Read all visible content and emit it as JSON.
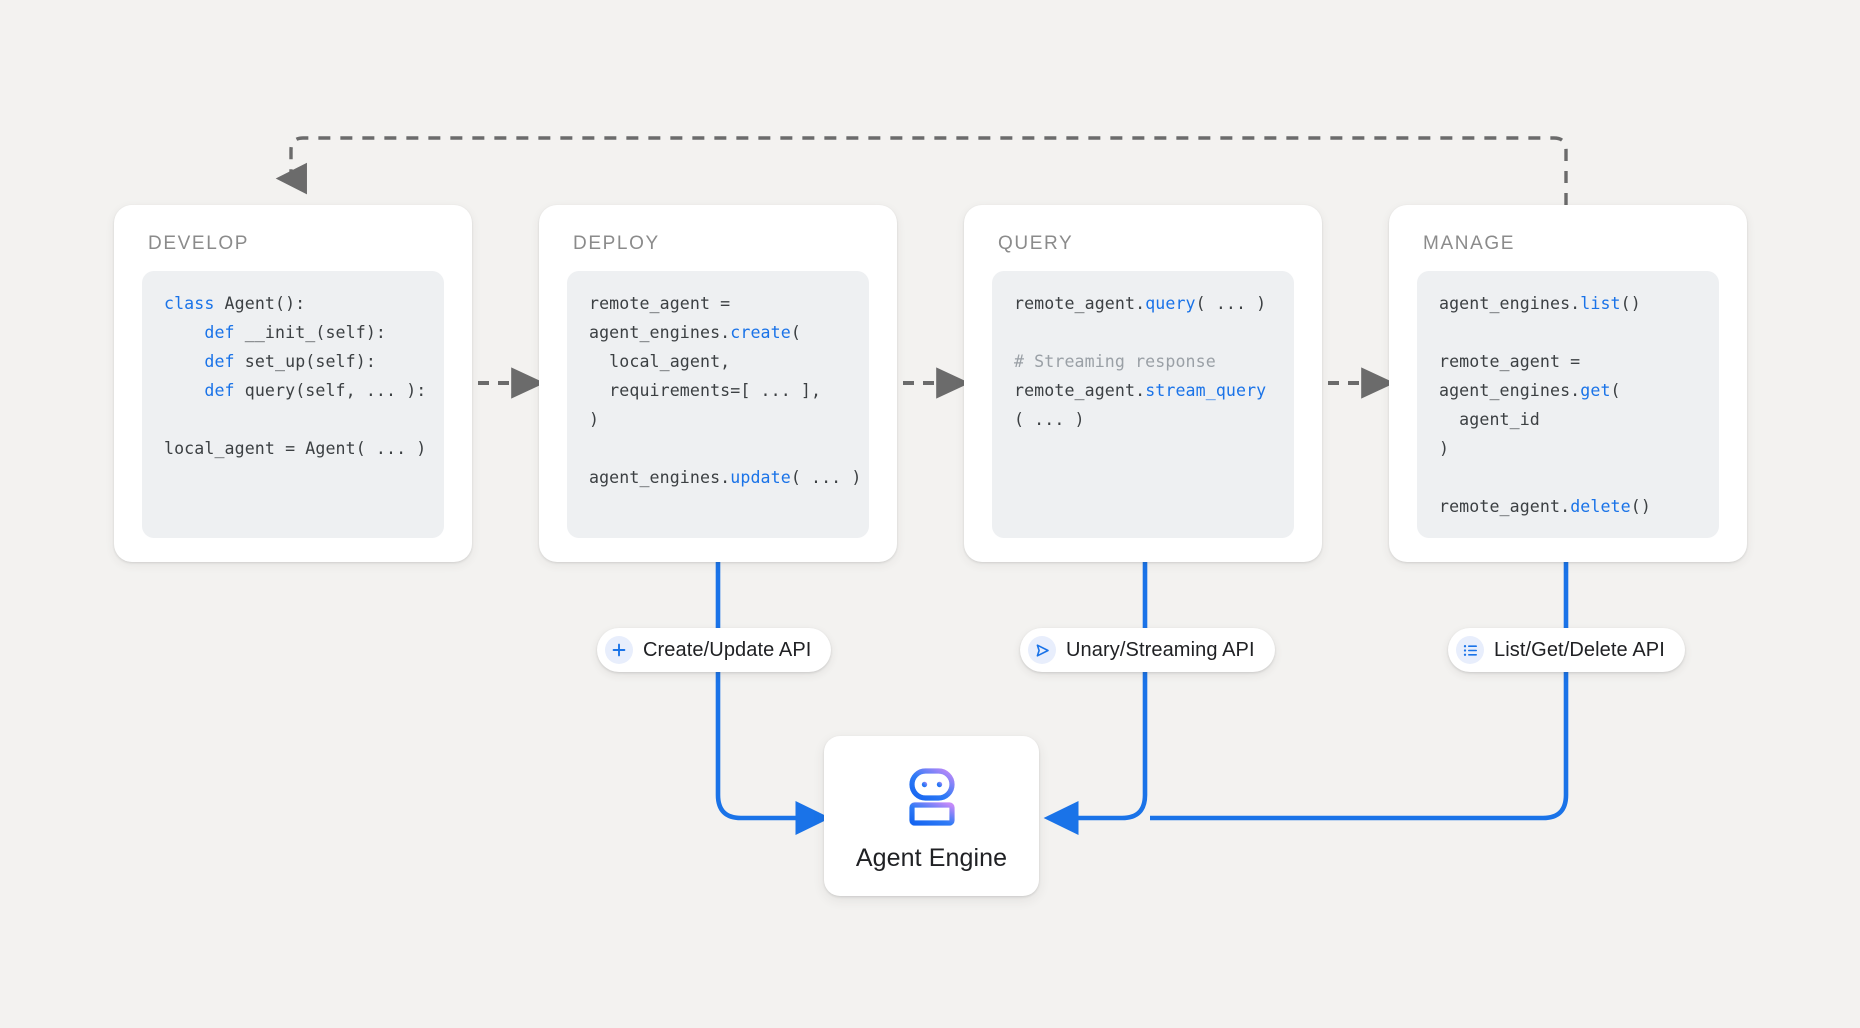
{
  "canvas": {
    "background_color": "#f3f2f0",
    "accent_color": "#1a73e8",
    "flow_arrow_color": "#6b6b6b"
  },
  "stages": [
    {
      "title": "DEVELOP",
      "code_lines": [
        [
          {
            "t": "class ",
            "c": "kw"
          },
          {
            "t": "Agent():",
            "c": ""
          }
        ],
        [
          {
            "t": "    ",
            "c": ""
          },
          {
            "t": "def ",
            "c": "kw"
          },
          {
            "t": "__init_(self):",
            "c": ""
          }
        ],
        [
          {
            "t": "    ",
            "c": ""
          },
          {
            "t": "def ",
            "c": "kw"
          },
          {
            "t": "set_up(self):",
            "c": ""
          }
        ],
        [
          {
            "t": "    ",
            "c": ""
          },
          {
            "t": "def ",
            "c": "kw"
          },
          {
            "t": "query(self, ... ):",
            "c": ""
          }
        ],
        [
          {
            "t": "",
            "c": ""
          }
        ],
        [
          {
            "t": "local_agent = Agent( ... )",
            "c": ""
          }
        ]
      ]
    },
    {
      "title": "DEPLOY",
      "code_lines": [
        [
          {
            "t": "remote_agent =",
            "c": ""
          }
        ],
        [
          {
            "t": "agent_engines.",
            "c": ""
          },
          {
            "t": "create",
            "c": "fn"
          },
          {
            "t": "(",
            "c": ""
          }
        ],
        [
          {
            "t": "  local_agent,",
            "c": ""
          }
        ],
        [
          {
            "t": "  requirements=[ ... ],",
            "c": ""
          }
        ],
        [
          {
            "t": ")",
            "c": ""
          }
        ],
        [
          {
            "t": "",
            "c": ""
          }
        ],
        [
          {
            "t": "agent_engines.",
            "c": ""
          },
          {
            "t": "update",
            "c": "fn"
          },
          {
            "t": "( ... )",
            "c": ""
          }
        ]
      ]
    },
    {
      "title": "QUERY",
      "code_lines": [
        [
          {
            "t": "remote_agent.",
            "c": ""
          },
          {
            "t": "query",
            "c": "fn"
          },
          {
            "t": "( ... )",
            "c": ""
          }
        ],
        [
          {
            "t": "",
            "c": ""
          }
        ],
        [
          {
            "t": "# Streaming response",
            "c": "cm"
          }
        ],
        [
          {
            "t": "remote_agent.",
            "c": ""
          },
          {
            "t": "stream_query",
            "c": "fn"
          }
        ],
        [
          {
            "t": "( ... )",
            "c": ""
          }
        ]
      ]
    },
    {
      "title": "MANAGE",
      "code_lines": [
        [
          {
            "t": "agent_engines.",
            "c": ""
          },
          {
            "t": "list",
            "c": "fn"
          },
          {
            "t": "()",
            "c": ""
          }
        ],
        [
          {
            "t": "",
            "c": ""
          }
        ],
        [
          {
            "t": "remote_agent =",
            "c": ""
          }
        ],
        [
          {
            "t": "agent_engines.",
            "c": ""
          },
          {
            "t": "get",
            "c": "fn"
          },
          {
            "t": "(",
            "c": ""
          }
        ],
        [
          {
            "t": "  agent_id",
            "c": ""
          }
        ],
        [
          {
            "t": ")",
            "c": ""
          }
        ],
        [
          {
            "t": "",
            "c": ""
          }
        ],
        [
          {
            "t": "remote_agent.",
            "c": ""
          },
          {
            "t": "delete",
            "c": "fn"
          },
          {
            "t": "()",
            "c": ""
          }
        ]
      ]
    }
  ],
  "api_pills": [
    {
      "label": "Create/Update API",
      "icon": "plus-icon"
    },
    {
      "label": "Unary/Streaming API",
      "icon": "send-icon"
    },
    {
      "label": "List/Get/Delete API",
      "icon": "list-icon"
    }
  ],
  "engine": {
    "label": "Agent Engine",
    "icon": "robot-icon",
    "gradient_from": "#1a73e8",
    "gradient_to": "#c58af9"
  }
}
